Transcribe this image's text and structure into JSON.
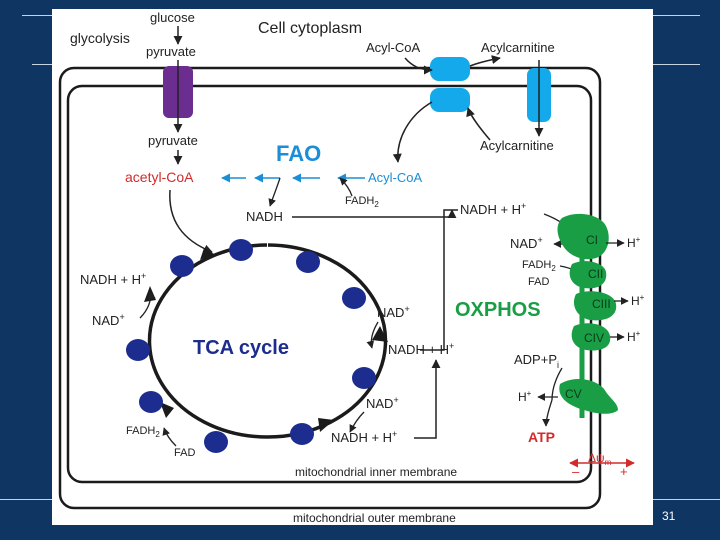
{
  "slide": {
    "number": "31"
  },
  "diagram": {
    "cytoplasm_title": "Cell cytoplasm",
    "glycolysis": {
      "label": "glycolysis",
      "glucose": "glucose",
      "pyruvate": "pyruvate"
    },
    "acyl_coa_top": "Acyl-CoA",
    "acylcarnitine_top": "Acylcarnitine",
    "acylcarnitine_inner": "Acylcarnitine",
    "pyruvate_inner": "pyruvate",
    "fao": {
      "title": "FAO",
      "acetyl_coa": "acetyl-CoA",
      "acyl_coa": "Acyl-CoA",
      "fadh2_base": "FADH",
      "fadh2_sub": "2",
      "nadh": "NADH"
    },
    "tca": {
      "title": "TCA cycle",
      "left_nadh_base": "NADH + H",
      "left_nadh_sup": "+",
      "left_nad_base": "NAD",
      "left_nad_sup": "+",
      "bottom_left_fadh2_base": "FADH",
      "bottom_left_fadh2_sub": "2",
      "bottom_left_fad": "FAD",
      "right_nad_base": "NAD",
      "right_nad_sup": "+",
      "right_nadh_base": "NADH + H",
      "right_nadh_sup": "+",
      "bottom_nad_base": "NAD",
      "bottom_nad_sup": "+",
      "bottom_nadh_base": "NADH + H",
      "bottom_nadh_sup": "+"
    },
    "oxphos": {
      "title": "OXPHOS",
      "nadh_in_base": "NADH + H",
      "nadh_in_sup": "+",
      "nad_out_base": "NAD",
      "nad_out_sup": "+",
      "fadh2_base": "FADH",
      "fadh2_sub": "2",
      "fad": "FAD",
      "adp_base": "ADP+P",
      "adp_sub": "i",
      "h_in_base": "H",
      "h_in_sup": "+",
      "atp": "ATP",
      "complexes": [
        "CI",
        "CII",
        "CIII",
        "CIV",
        "CV"
      ],
      "proton_base": "H",
      "proton_sup": "+",
      "potential_delta": "Δψ",
      "potential_sub": "m",
      "minus": "–",
      "plus": "+"
    },
    "membranes": {
      "inner": "mitochondrial inner membrane",
      "outer": "mitochondrial outer membrane"
    },
    "colors": {
      "slide_background": "#0f3563",
      "fao_blue": "#1a8fd6",
      "oxphos_green": "#1a9e45",
      "acetyl_red": "#d22b2b",
      "atp_red": "#d22b2b",
      "transporter_purple": "#6b2d8f",
      "carrier_blue": "#14a9ea",
      "cycle_node_blue": "#1c2d8f"
    }
  }
}
